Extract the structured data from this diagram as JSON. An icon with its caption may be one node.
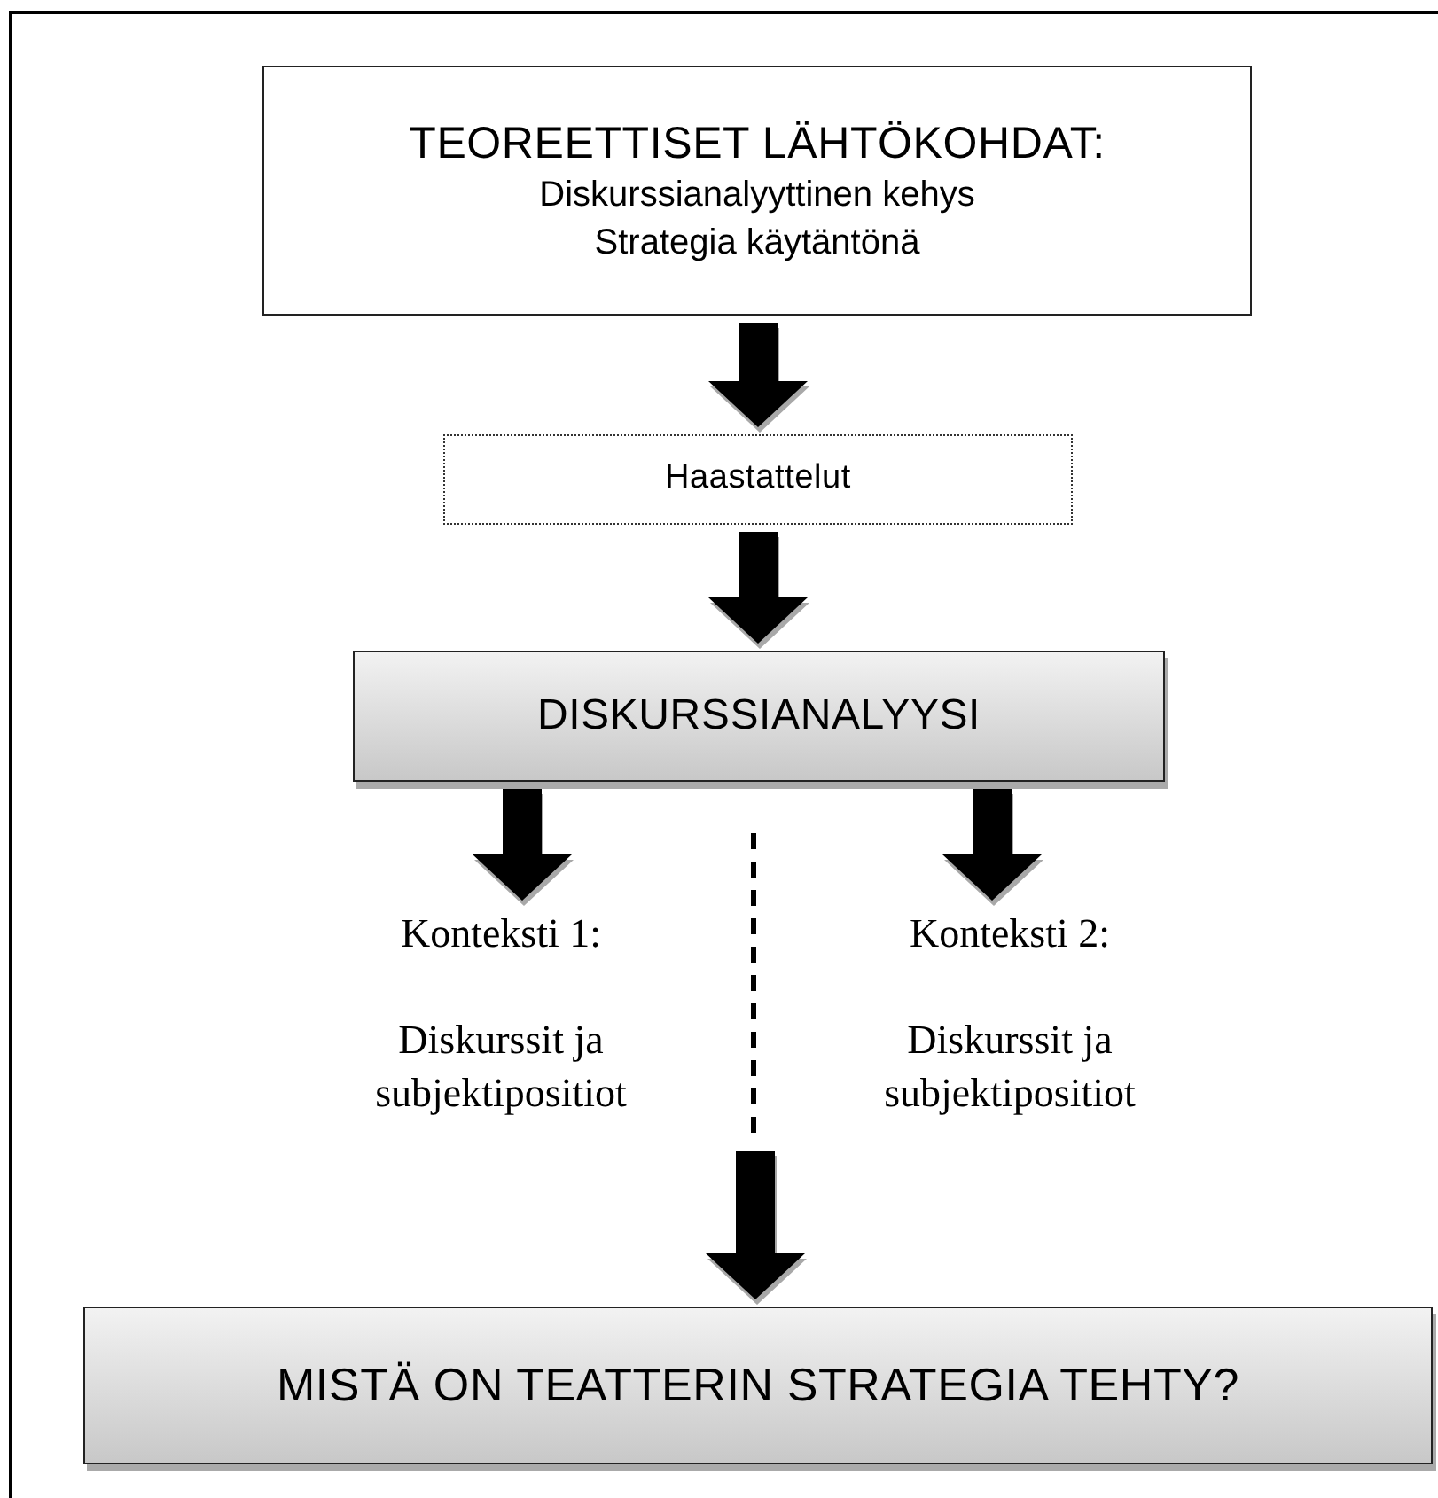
{
  "diagram": {
    "nodes": [
      {
        "text": [
          "TEOREETTISET LÄHTÖKOHDAT:",
          "Diskurssianalyyttinen kehys",
          "Strategia käytäntönä"
        ]
      },
      {
        "text": [
          "Haastattelut"
        ]
      },
      {
        "text": [
          "DISKURSSIANALYYSI"
        ]
      },
      {
        "text": [
          "Konteksti 1:",
          "Diskurssit ja subjektipositiot"
        ]
      },
      {
        "text": [
          "Konteksti 2:",
          "Diskurssit ja subjektipositiot"
        ]
      },
      {
        "text": [
          "MISTÄ ON TEATTERIN STRATEGIA TEHTY?"
        ]
      }
    ],
    "edges": [
      {
        "from": 0,
        "to": 1,
        "arrow": "to"
      },
      {
        "from": 1,
        "to": 2,
        "arrow": "to"
      },
      {
        "from": 2,
        "to": 3,
        "arrow": "to"
      },
      {
        "from": 2,
        "to": 4,
        "arrow": "to"
      },
      {
        "from": 3,
        "to": 5,
        "arrow": "to"
      },
      {
        "from": 4,
        "to": 5,
        "arrow": "to"
      }
    ]
  }
}
